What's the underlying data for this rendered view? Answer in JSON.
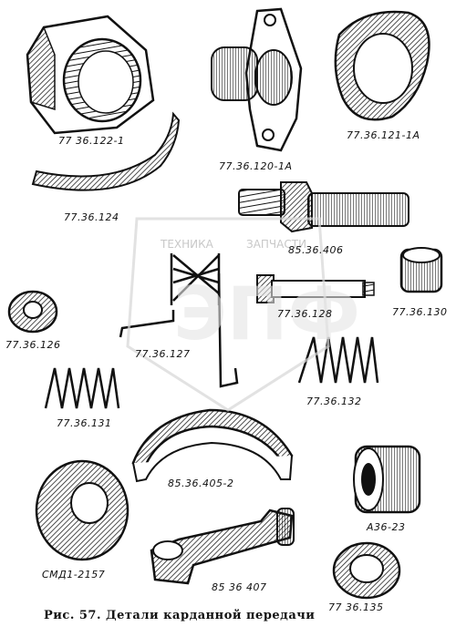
{
  "caption": "Рис. 57. Детали карданной передачи",
  "watermark": {
    "line1": "ТЕХНИКА",
    "line2": "ЗАПЧАСТИ",
    "logo": "ЭПФ"
  },
  "parts": [
    {
      "id": "nut",
      "label": "77 36.122-1"
    },
    {
      "id": "flange",
      "label": "77.36.120-1А"
    },
    {
      "id": "cam-washer",
      "label": "77.36.121-1А"
    },
    {
      "id": "arc-plate",
      "label": "77.36.124"
    },
    {
      "id": "shaft",
      "label": "85.36.406"
    },
    {
      "id": "pinion",
      "label": "77.36.130"
    },
    {
      "id": "long-bolt",
      "label": "77.36.128"
    },
    {
      "id": "washer-small",
      "label": "77.36.126"
    },
    {
      "id": "torsion-spring",
      "label": "77.36.127"
    },
    {
      "id": "spring-right",
      "label": "77.36.132"
    },
    {
      "id": "spring-left",
      "label": "77.36.131"
    },
    {
      "id": "brake-shoe",
      "label": "85.36.405-2"
    },
    {
      "id": "keyed-washer",
      "label": "СМД1-2157"
    },
    {
      "id": "bearing",
      "label": "А36-23"
    },
    {
      "id": "lever",
      "label": "85 36 407"
    },
    {
      "id": "ring",
      "label": "77 36.135"
    }
  ]
}
